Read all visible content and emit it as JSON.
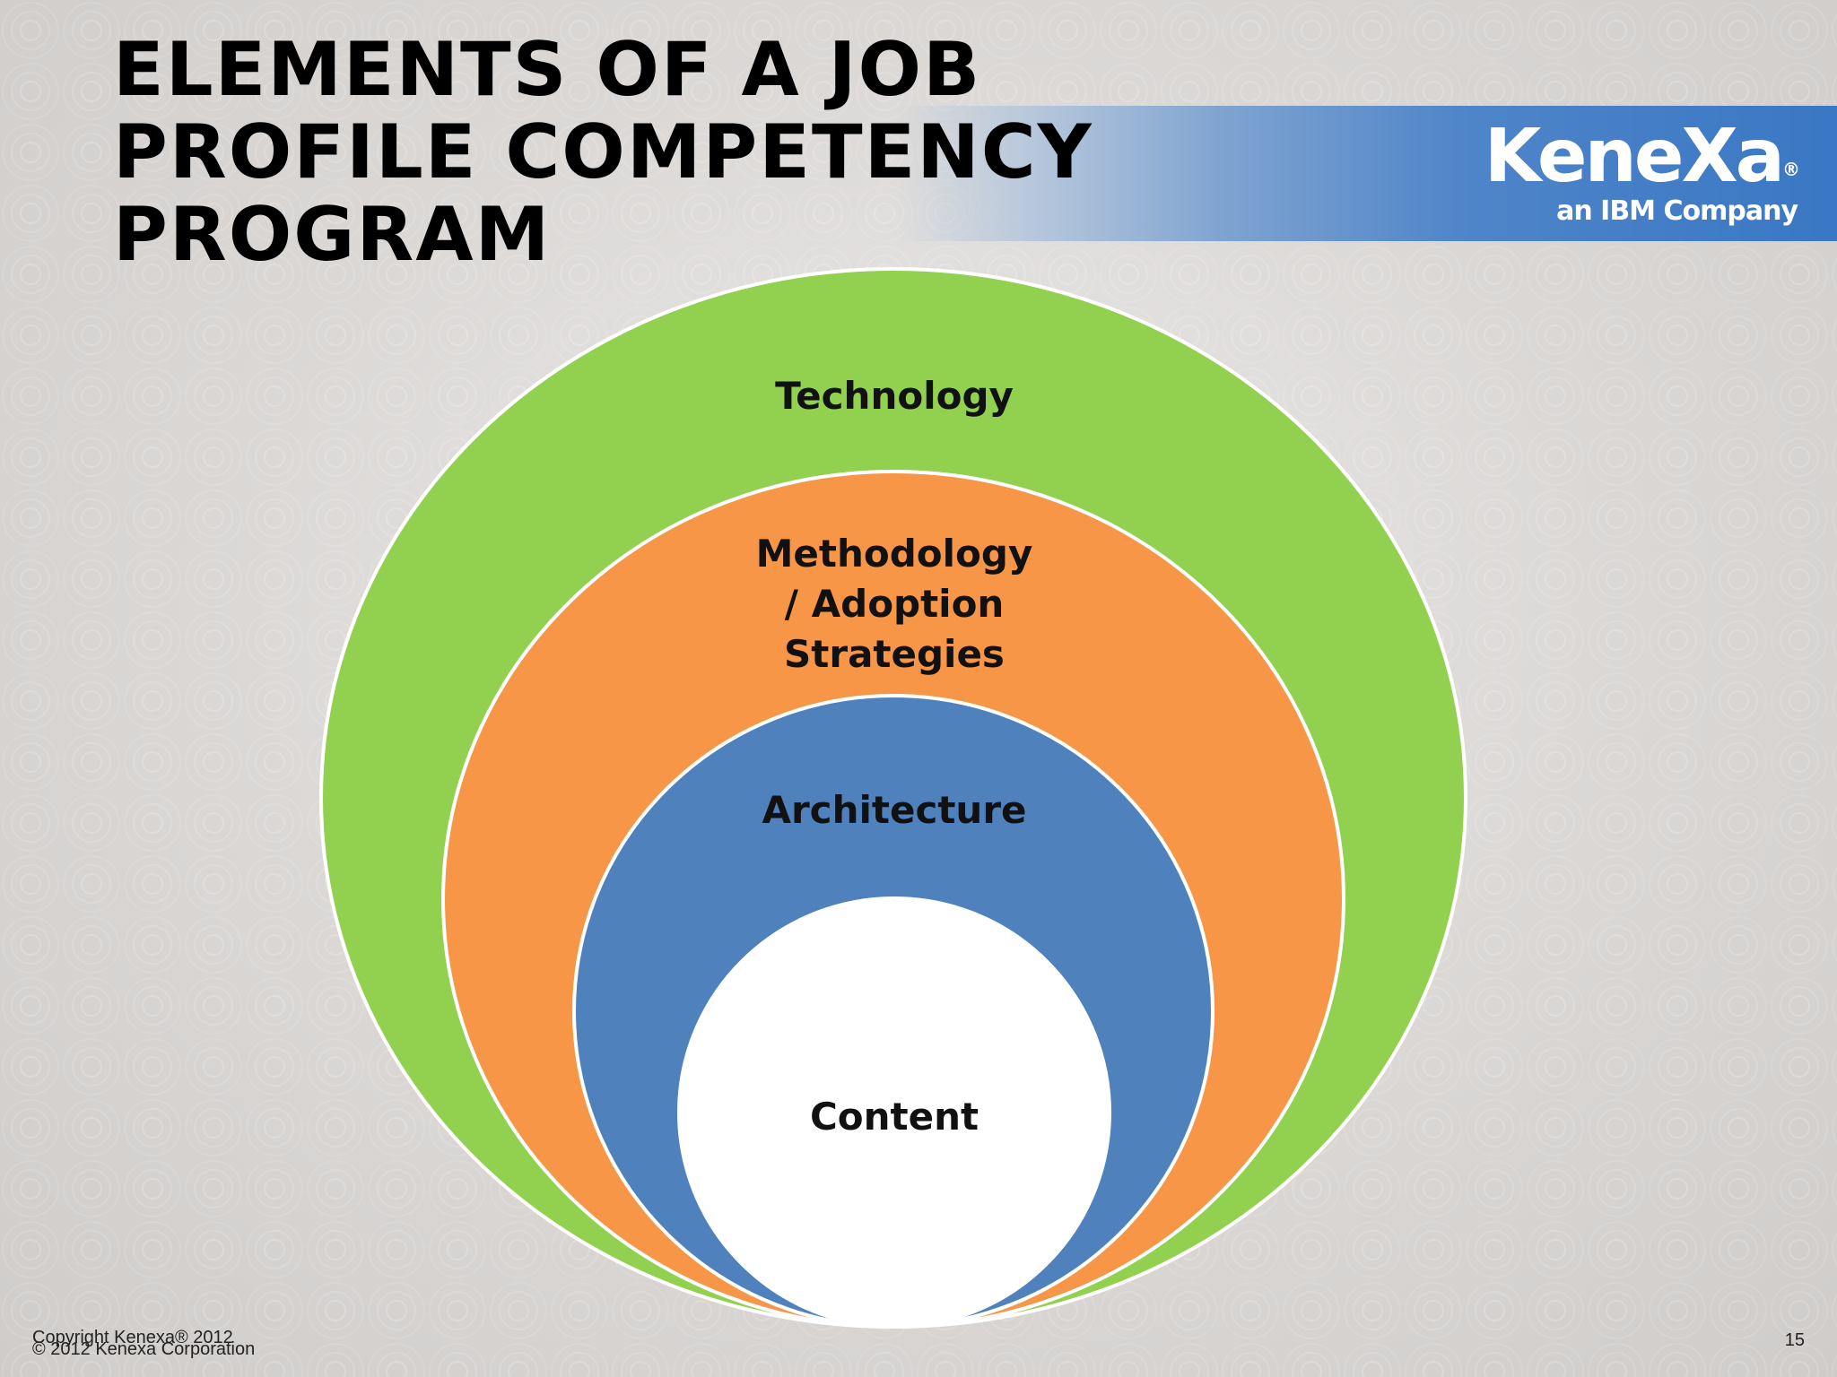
{
  "slide": {
    "title_lines": [
      "ELEMENTS OF A JOB",
      "PROFILE COMPETENCY",
      "PROGRAM"
    ],
    "logo": {
      "name": "KeneXa",
      "registered_mark": "®",
      "tagline": "an IBM Company"
    },
    "diagram": {
      "layers": [
        {
          "label": "Technology",
          "color": "#92d050"
        },
        {
          "label_lines": [
            "Methodology",
            "/ Adoption",
            "Strategies"
          ],
          "color": "#f79646"
        },
        {
          "label": "Architecture",
          "color": "#4f81bd"
        },
        {
          "label": "Content",
          "color": "#ffffff"
        }
      ]
    },
    "footer": {
      "copyright_line1": "Copyright Kenexa® 2012",
      "copyright_line2": "© 2012 Kenexa Corporation",
      "page_number": "15"
    }
  }
}
